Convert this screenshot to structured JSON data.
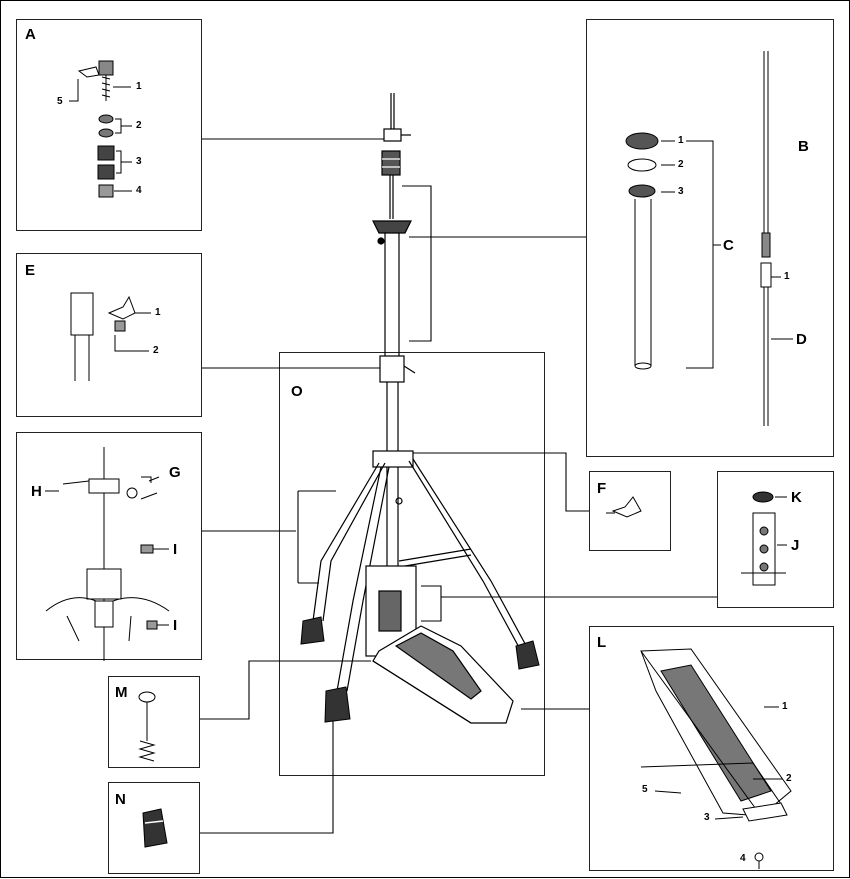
{
  "panels": {
    "A": {
      "letter": "A",
      "parts": [
        "1",
        "2",
        "3",
        "4",
        "5"
      ]
    },
    "B": {
      "letter": "B"
    },
    "C": {
      "letter": "C",
      "parts": [
        "1",
        "2",
        "3"
      ]
    },
    "D": {
      "letter": "D",
      "parts": [
        "1"
      ]
    },
    "E": {
      "letter": "E",
      "parts": [
        "1",
        "2"
      ]
    },
    "F": {
      "letter": "F"
    },
    "G": {
      "letter": "G"
    },
    "H": {
      "letter": "H"
    },
    "I": {
      "letter": "I"
    },
    "J": {
      "letter": "J"
    },
    "K": {
      "letter": "K"
    },
    "L": {
      "letter": "L",
      "parts": [
        "1",
        "2",
        "3",
        "4",
        "5"
      ]
    },
    "M": {
      "letter": "M"
    },
    "N": {
      "letter": "N"
    },
    "O": {
      "letter": "O"
    }
  }
}
